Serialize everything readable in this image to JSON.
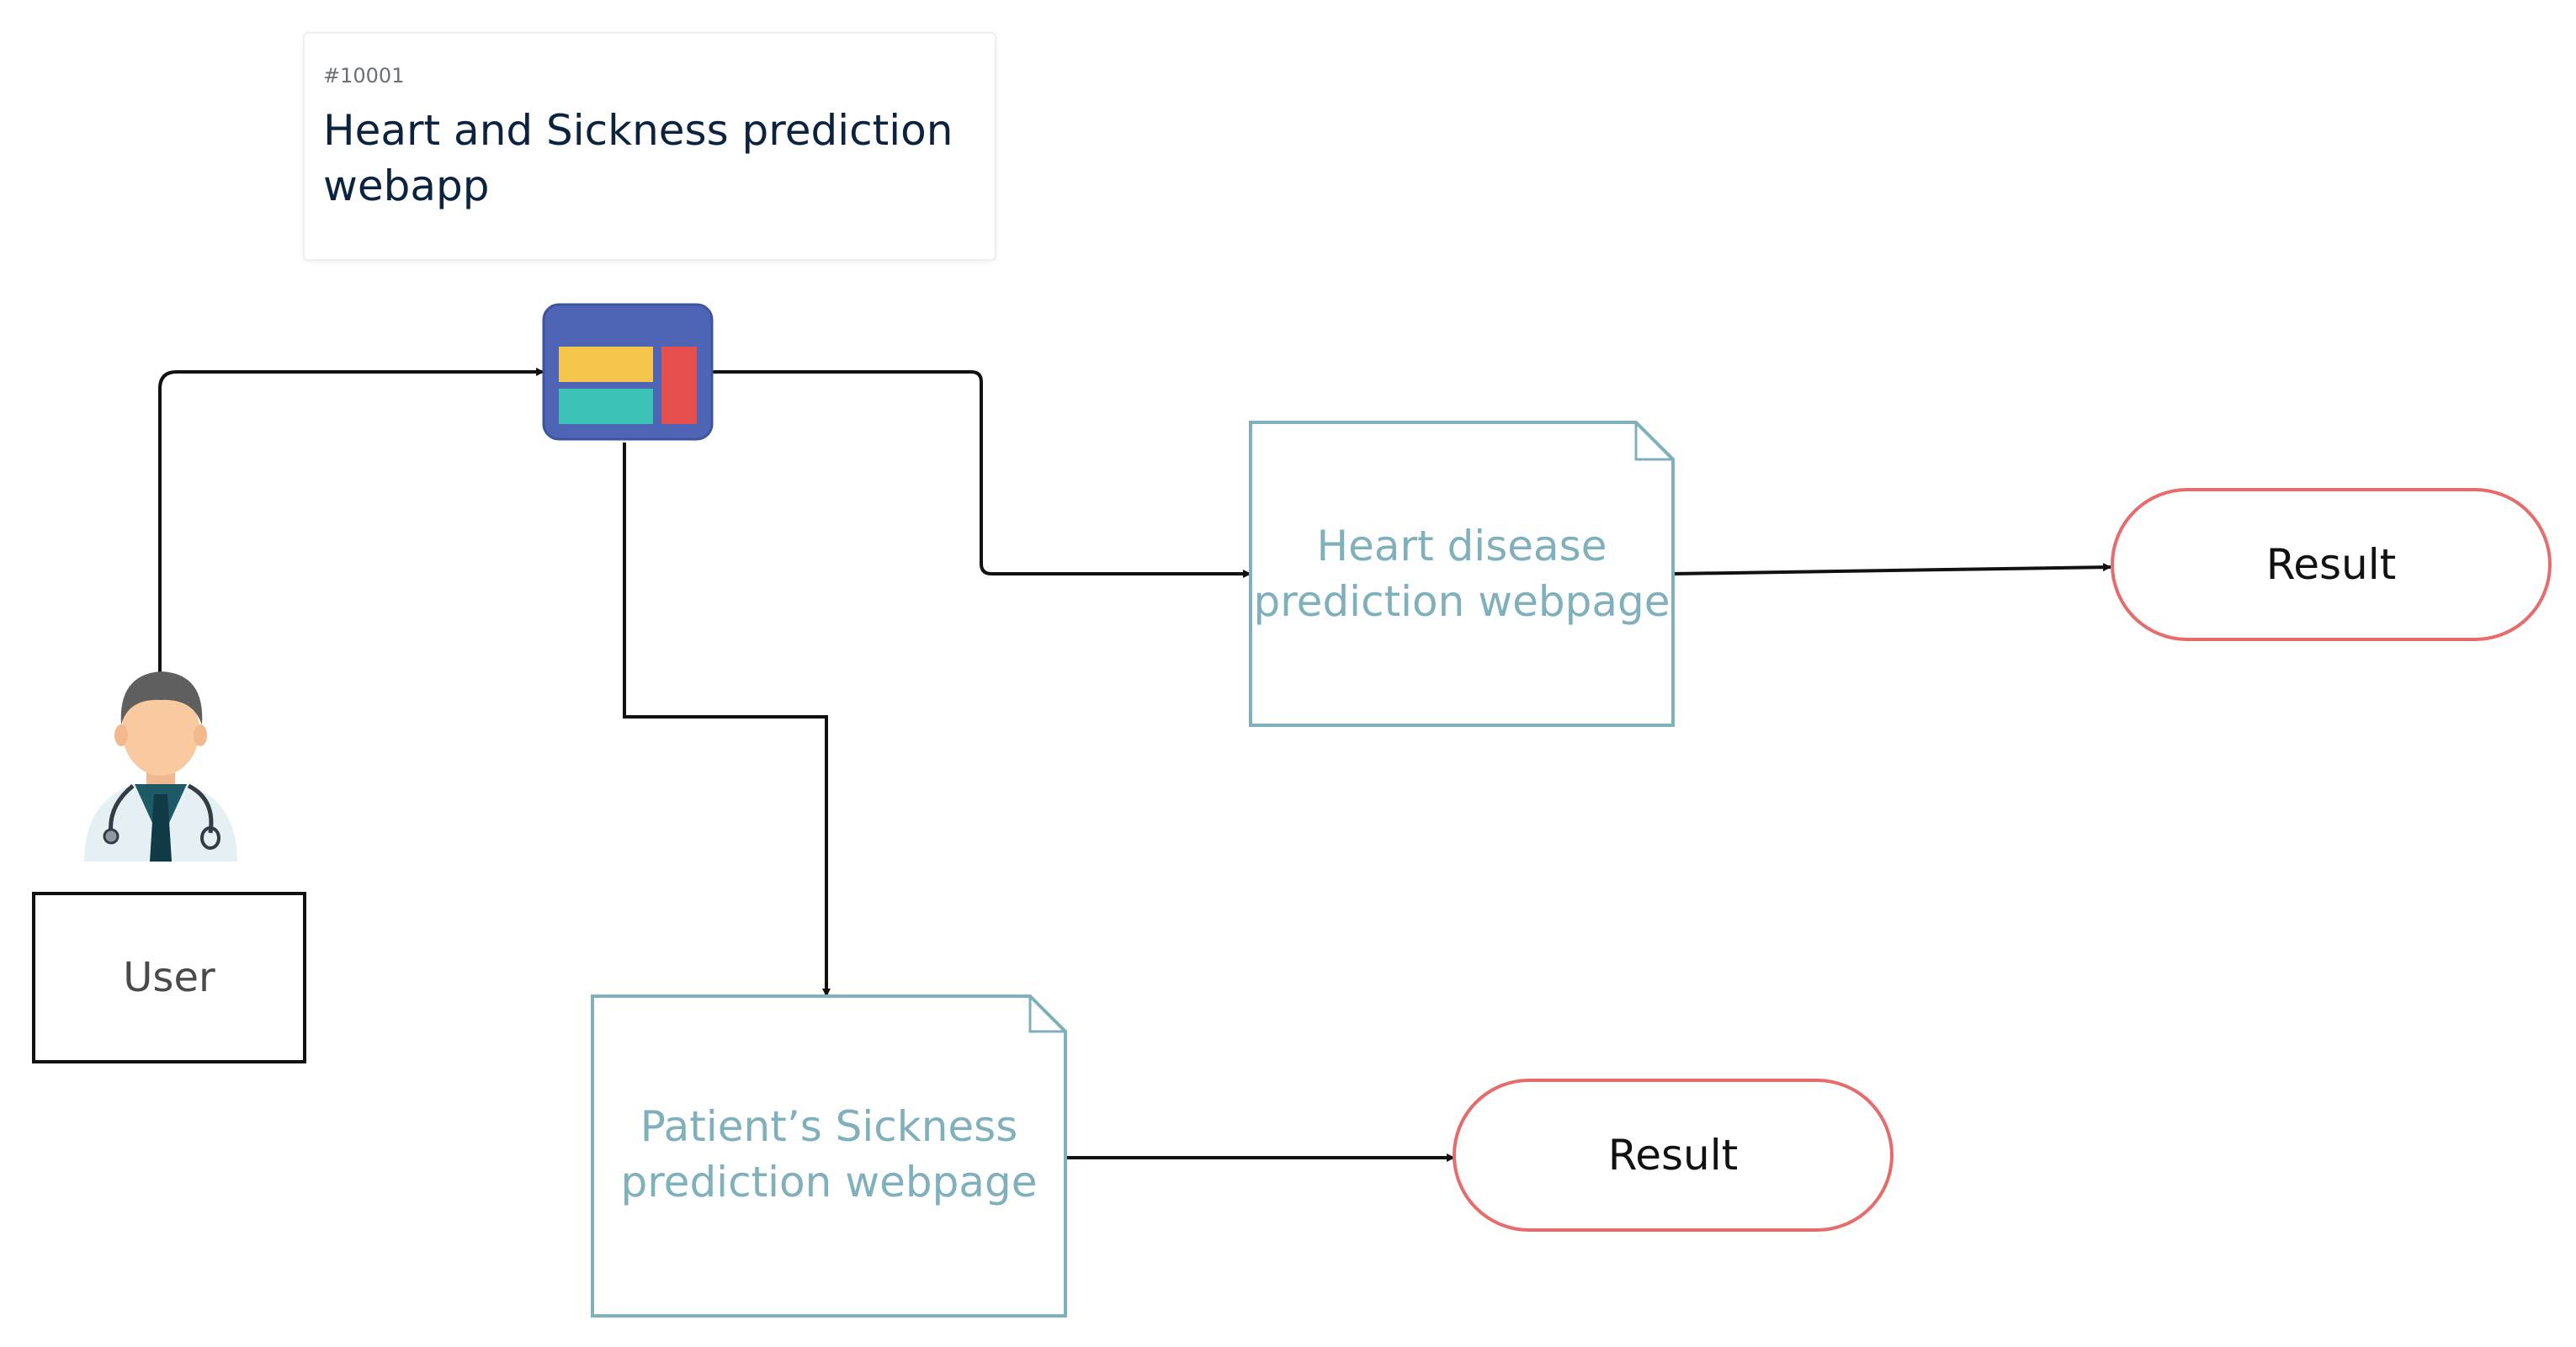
{
  "card": {
    "id": "#10001",
    "title": "Heart and Sickness prediction webapp"
  },
  "nodes": {
    "user_label": "User",
    "heart_page_label": "Heart disease prediction webpage",
    "patient_page_label": "Patient’s Sickness prediction webpage",
    "result_1_label": "Result",
    "result_2_label": "Result"
  },
  "icons": {
    "user": "doctor-icon",
    "webapp": "webapp-layout-icon"
  },
  "colors": {
    "doc_stroke": "#7fb0bb",
    "result_stroke": "#e86b6b",
    "connector": "#111111",
    "webapp_bg": "#4e65b5",
    "webapp_yellow": "#f5c64b",
    "webapp_teal": "#3cc3b6",
    "webapp_red": "#e5504e"
  }
}
